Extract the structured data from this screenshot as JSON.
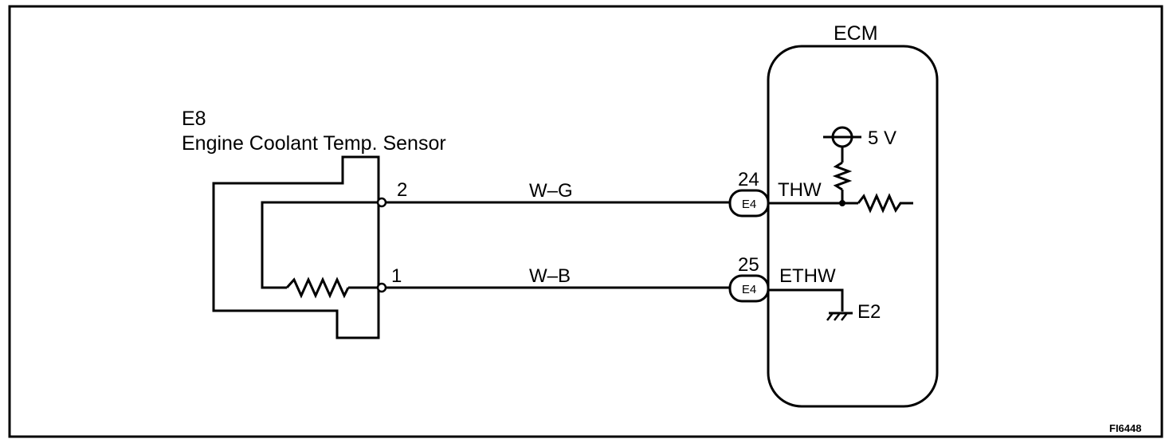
{
  "sensor": {
    "code": "E8",
    "name": "Engine Coolant Temp. Sensor",
    "pins": [
      "2",
      "1"
    ]
  },
  "wires": [
    {
      "label": "W–G"
    },
    {
      "label": "W–B"
    }
  ],
  "ecm": {
    "title": "ECM",
    "connector": "E4",
    "pins": [
      {
        "number": "24",
        "signal": "THW"
      },
      {
        "number": "25",
        "signal": "ETHW"
      }
    ],
    "supply": "5 V",
    "ground": "E2"
  },
  "figure_id": "FI6448"
}
